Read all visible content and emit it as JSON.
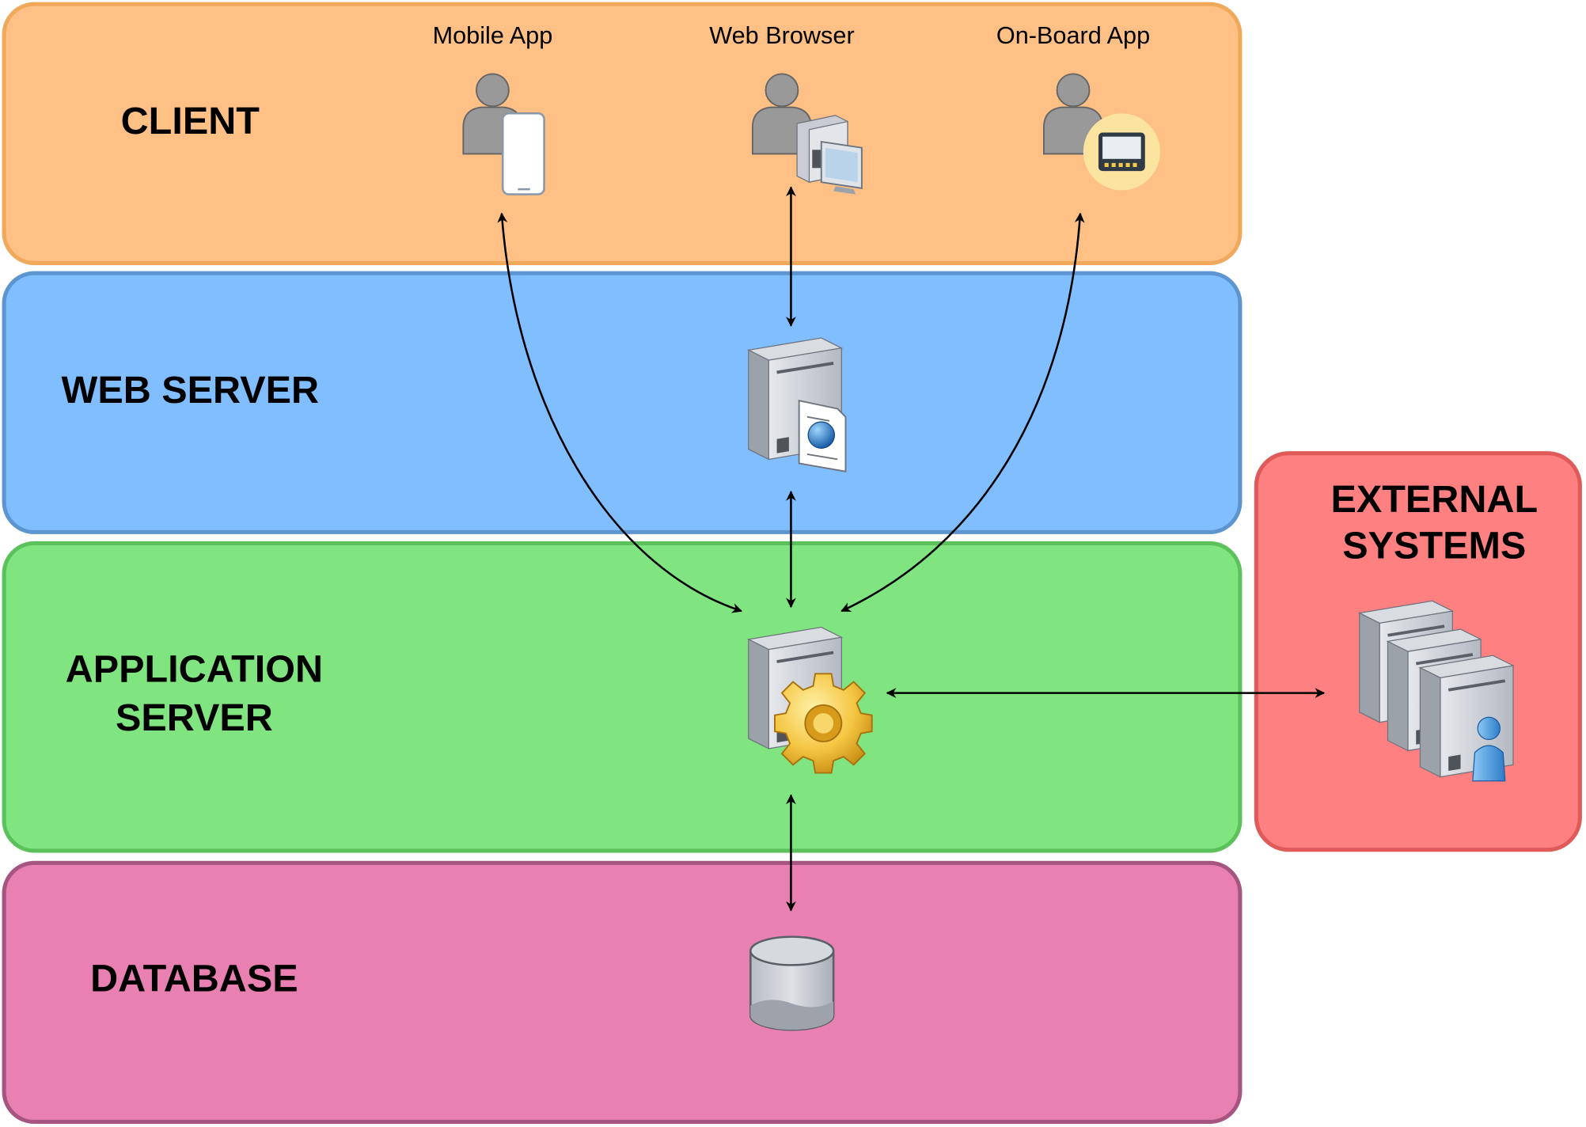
{
  "layers": [
    {
      "id": "client",
      "title_lines": [
        "CLIENT"
      ],
      "fill": "#FFC085",
      "stroke": "#F0A95A"
    },
    {
      "id": "web-server",
      "title_lines": [
        "WEB SERVER"
      ],
      "fill": "#80BEFF",
      "stroke": "#5C95D0"
    },
    {
      "id": "application-server",
      "title_lines": [
        "APPLICATION",
        "SERVER"
      ],
      "fill": "#80E580",
      "stroke": "#5BC25B"
    },
    {
      "id": "database",
      "title_lines": [
        "DATABASE"
      ],
      "fill": "#E880B2",
      "stroke": "#A65580"
    },
    {
      "id": "external-systems",
      "title_lines": [
        "EXTERNAL",
        "SYSTEMS"
      ],
      "fill": "#FF8080",
      "stroke": "#E05A5A"
    }
  ],
  "clients": [
    {
      "id": "mobile-app",
      "label": "Mobile App",
      "icon": "user-with-phone-icon"
    },
    {
      "id": "web-browser",
      "label": "Web Browser",
      "icon": "user-with-desktop-computer-icon"
    },
    {
      "id": "on-board-app",
      "label": "On-Board App",
      "icon": "user-with-onboard-device-icon"
    }
  ],
  "nodes": [
    {
      "id": "web-server-node",
      "icon": "web-server-icon"
    },
    {
      "id": "application-server-node",
      "icon": "application-server-gear-icon"
    },
    {
      "id": "database-node",
      "icon": "database-cylinder-icon"
    },
    {
      "id": "external-systems-node",
      "icon": "server-cluster-icon"
    }
  ],
  "connections": [
    {
      "from": "mobile-app",
      "to": "application-server-node",
      "arrows": "both"
    },
    {
      "from": "web-browser",
      "to": "web-server-node",
      "arrows": "both"
    },
    {
      "from": "on-board-app",
      "to": "application-server-node",
      "arrows": "both"
    },
    {
      "from": "web-server-node",
      "to": "application-server-node",
      "arrows": "both"
    },
    {
      "from": "application-server-node",
      "to": "database-node",
      "arrows": "both"
    },
    {
      "from": "application-server-node",
      "to": "external-systems-node",
      "arrows": "both"
    }
  ]
}
